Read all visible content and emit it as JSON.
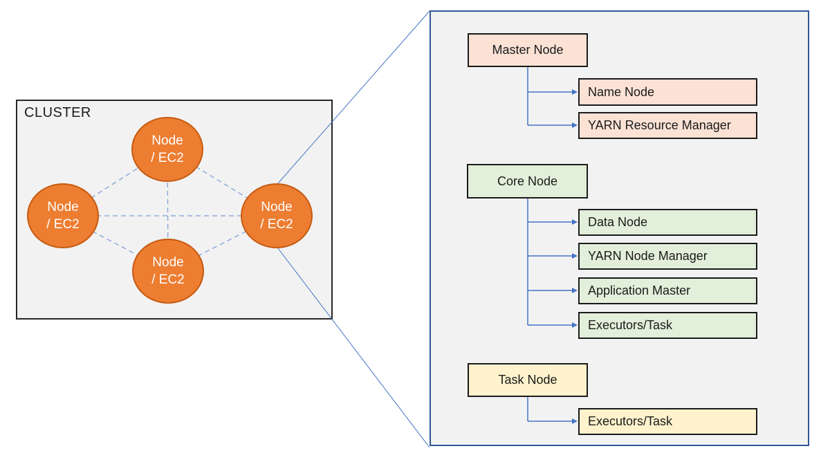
{
  "cluster": {
    "title": "CLUSTER",
    "nodes": [
      {
        "label": "Node\n/ EC2"
      },
      {
        "label": "Node\n/ EC2"
      },
      {
        "label": "Node\n/ EC2"
      },
      {
        "label": "Node\n/ EC2"
      }
    ]
  },
  "panel": {
    "groups": [
      {
        "parent_label": "Master Node",
        "fill": "#FBE2D5",
        "children": [
          {
            "label": "Name Node"
          },
          {
            "label": "YARN Resource Manager"
          }
        ]
      },
      {
        "parent_label": "Core Node",
        "fill": "#E2EFDA",
        "children": [
          {
            "label": "Data Node"
          },
          {
            "label": "YARN Node Manager"
          },
          {
            "label": "Application Master"
          },
          {
            "label": "Executors/Task"
          }
        ]
      },
      {
        "parent_label": "Task Node",
        "fill": "#FFF2CC",
        "children": [
          {
            "label": "Executors/Task"
          }
        ]
      }
    ]
  },
  "colors": {
    "node_fill": "#ED7D31",
    "node_border": "#C55A11",
    "connector": "#4472C4",
    "mesh_dashed": "#8FAADC",
    "panel_border": "#2F5597",
    "panel_bg": "#F2F2F2",
    "box_border": "#1A1A1A"
  }
}
